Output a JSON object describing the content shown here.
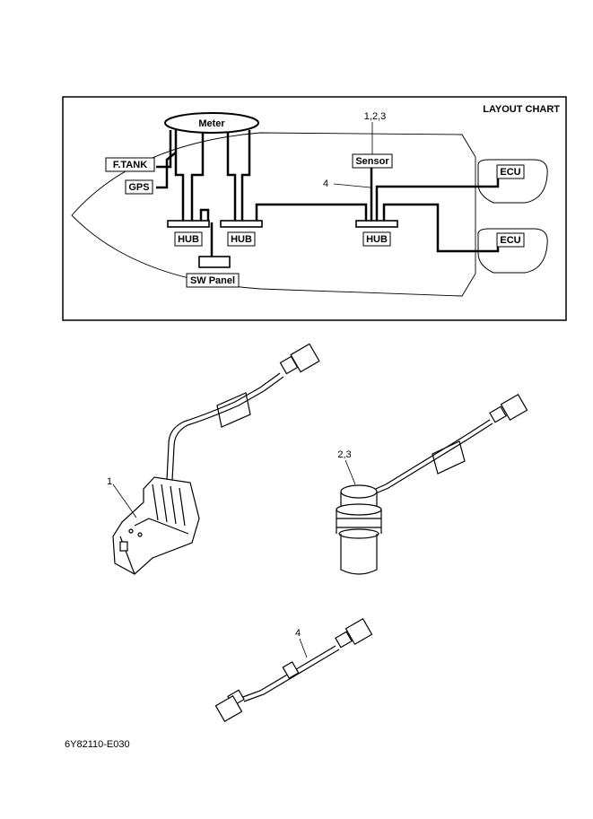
{
  "layout_chart": {
    "title": "LAYOUT CHART",
    "meter": "Meter",
    "f_tank": "F.TANK",
    "gps": "GPS",
    "hub_1": "HUB",
    "hub_2": "HUB",
    "hub_3": "HUB",
    "sw_panel": "SW Panel",
    "sensor": "Sensor",
    "sensor_callout": "1,2,3",
    "wire_callout": "4",
    "ecu_1": "ECU",
    "ecu_2": "ECU"
  },
  "parts": {
    "part_1_callout": "1",
    "part_23_callout": "2,3",
    "part_4_callout": "4"
  },
  "figure_code": "6Y82110-E030"
}
